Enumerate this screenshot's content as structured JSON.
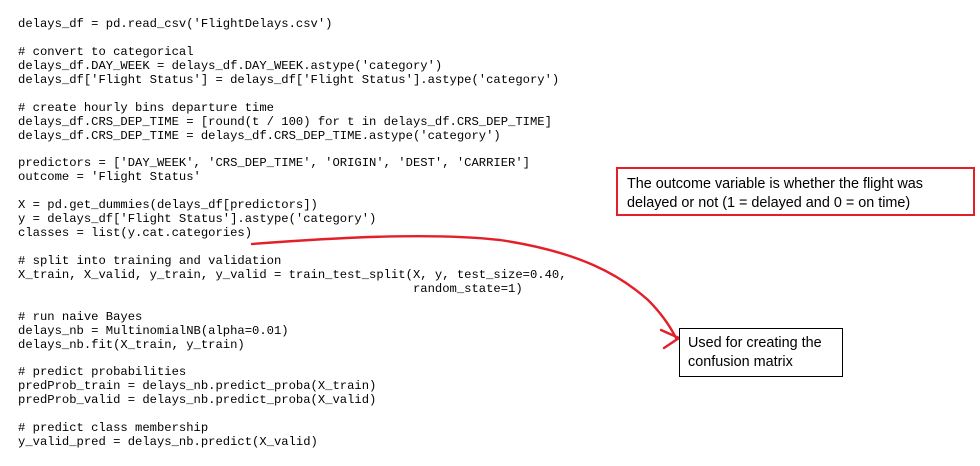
{
  "code_lines": [
    "delays_df = pd.read_csv('FlightDelays.csv')",
    "",
    "# convert to categorical",
    "delays_df.DAY_WEEK = delays_df.DAY_WEEK.astype('category')",
    "delays_df['Flight Status'] = delays_df['Flight Status'].astype('category')",
    "",
    "# create hourly bins departure time",
    "delays_df.CRS_DEP_TIME = [round(t / 100) for t in delays_df.CRS_DEP_TIME]",
    "delays_df.CRS_DEP_TIME = delays_df.CRS_DEP_TIME.astype('category')",
    "",
    "predictors = ['DAY_WEEK', 'CRS_DEP_TIME', 'ORIGIN', 'DEST', 'CARRIER']",
    "outcome = 'Flight Status'",
    "",
    "X = pd.get_dummies(delays_df[predictors])",
    "y = delays_df['Flight Status'].astype('category')",
    "classes = list(y.cat.categories)",
    "",
    "# split into training and validation",
    "X_train, X_valid, y_train, y_valid = train_test_split(X, y, test_size=0.40,",
    "                                                      random_state=1)",
    "",
    "# run naive Bayes",
    "delays_nb = MultinomialNB(alpha=0.01)",
    "delays_nb.fit(X_train, y_train)",
    "",
    "# predict probabilities",
    "predProb_train = delays_nb.predict_proba(X_train)",
    "predProb_valid = delays_nb.predict_proba(X_valid)",
    "",
    "# predict class membership",
    "y_valid_pred = delays_nb.predict(X_valid)"
  ],
  "callouts": {
    "outcome_note": {
      "line1": "The outcome variable is whether the flight was",
      "line2": "delayed or not (1 = delayed and 0 = on time)"
    },
    "classes_note": {
      "line1": "Used for creating the",
      "line2": "confusion matrix"
    }
  },
  "colors": {
    "annotation_red": "#e3202a",
    "text": "#000000"
  }
}
